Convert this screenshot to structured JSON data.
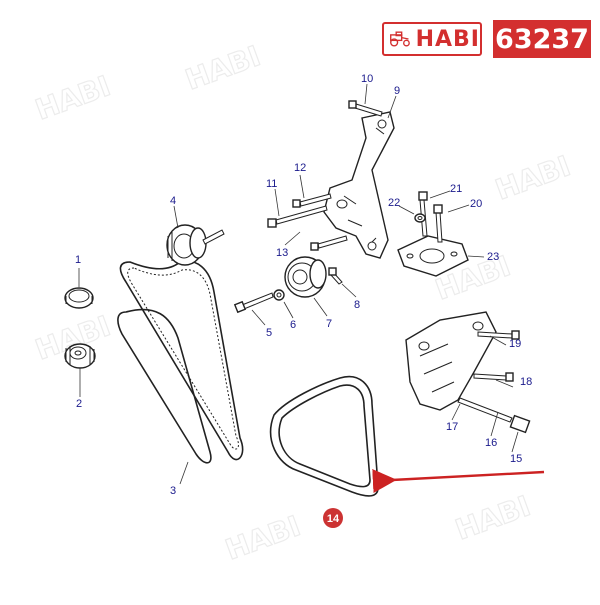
{
  "brand": {
    "name": "HABI",
    "part_number": "63237"
  },
  "colors": {
    "brand_red": "#d32f2f",
    "label_blue": "#1a1a8c",
    "highlight": "#cc3333"
  },
  "callouts": [
    "1",
    "2",
    "3",
    "4",
    "5",
    "6",
    "7",
    "8",
    "9",
    "10",
    "11",
    "12",
    "13",
    "14",
    "15",
    "16",
    "17",
    "18",
    "19",
    "20",
    "21",
    "22",
    "23"
  ],
  "highlighted_callout": "14"
}
